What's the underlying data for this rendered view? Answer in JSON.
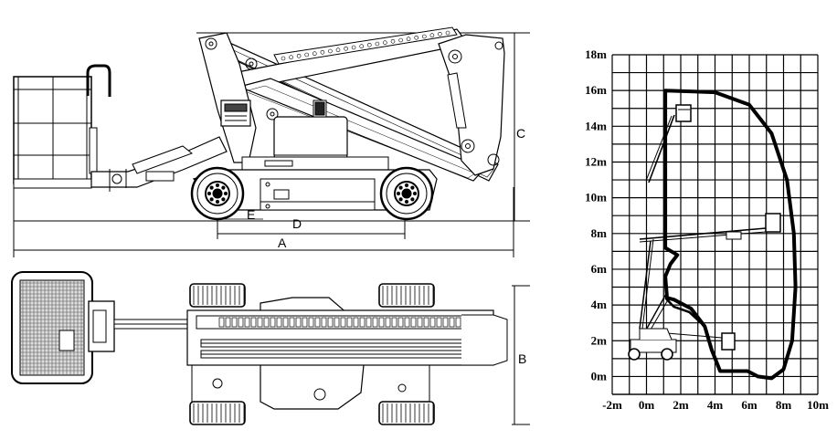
{
  "dimensions": {
    "A": "A",
    "B": "B",
    "C": "C",
    "D": "D",
    "E": "E"
  },
  "chart_data": {
    "type": "envelope",
    "x_ticks": [
      "-2m",
      "0m",
      "2m",
      "4m",
      "6m",
      "8m",
      "10m"
    ],
    "y_ticks": [
      "18m",
      "16m",
      "14m",
      "12m",
      "10m",
      "8m",
      "6m",
      "4m",
      "2m",
      "0m"
    ],
    "xlim": [
      -2,
      10
    ],
    "ylim": [
      -1,
      18
    ],
    "grid": true,
    "envelope": [
      [
        1.1,
        16
      ],
      [
        4,
        15.9
      ],
      [
        6,
        15.2
      ],
      [
        7.3,
        13.6
      ],
      [
        8.2,
        11
      ],
      [
        8.6,
        8
      ],
      [
        8.7,
        5
      ],
      [
        8.5,
        2
      ],
      [
        8,
        0.4
      ],
      [
        7.3,
        -0.1
      ],
      [
        6.5,
        0
      ],
      [
        5.9,
        0.3
      ],
      [
        4.3,
        0.3
      ],
      [
        3.8,
        1.5
      ],
      [
        3.4,
        2.8
      ],
      [
        2.6,
        3.8
      ],
      [
        1.6,
        4.3
      ],
      [
        1.2,
        4.4
      ],
      [
        1.1,
        5.6
      ],
      [
        1.4,
        6.3
      ],
      [
        1.8,
        6.8
      ],
      [
        1.1,
        7.2
      ],
      [
        1.1,
        16
      ]
    ],
    "inner_loop": [
      [
        1.1,
        4.4
      ],
      [
        1.6,
        3.9
      ],
      [
        2.5,
        3.6
      ],
      [
        3.4,
        2.8
      ]
    ]
  }
}
